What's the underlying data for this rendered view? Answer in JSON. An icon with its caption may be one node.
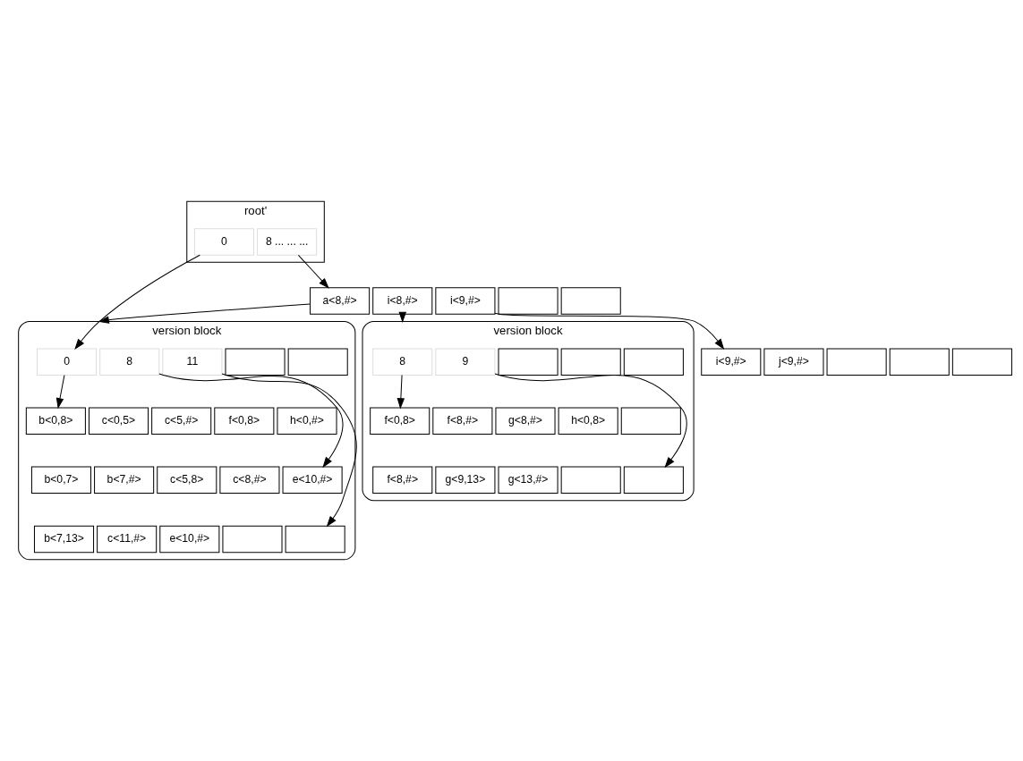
{
  "diagram": {
    "nodes": [
      {
        "text": [
          "root'"
        ]
      },
      {
        "text": [
          "0"
        ],
        "in": 0
      },
      {
        "text": [
          "8 ... ... ..."
        ],
        "in": 0
      },
      {
        "text": [
          "a<8,#>"
        ]
      },
      {
        "text": [
          "i<8,#>"
        ]
      },
      {
        "text": [
          "i<9,#>"
        ]
      },
      {
        "text": [],
        "shape": "box"
      },
      {
        "text": [],
        "shape": "box"
      },
      {
        "text": [
          "i<9,#>"
        ]
      },
      {
        "text": [
          "j<9,#>"
        ]
      },
      {
        "text": [],
        "shape": "box"
      },
      {
        "text": [],
        "shape": "box"
      },
      {
        "text": [],
        "shape": "box"
      },
      {
        "text": [
          "version block"
        ]
      },
      {
        "text": [
          "8"
        ],
        "in": 13
      },
      {
        "text": [
          "9"
        ],
        "in": 13
      },
      {
        "text": [],
        "shape": "box",
        "in": 13
      },
      {
        "text": [],
        "shape": "box",
        "in": 13
      },
      {
        "text": [],
        "shape": "box",
        "in": 13
      },
      {
        "text": [
          "f<0,8>"
        ],
        "in": 13
      },
      {
        "text": [
          "f<8,#>"
        ],
        "in": 13
      },
      {
        "text": [
          "g<8,#>"
        ],
        "in": 13
      },
      {
        "text": [
          "h<0,8>"
        ],
        "in": 13
      },
      {
        "text": [],
        "shape": "box",
        "in": 13
      },
      {
        "text": [
          "f<8,#>"
        ],
        "in": 13
      },
      {
        "text": [
          "g<9,13>"
        ],
        "in": 13
      },
      {
        "text": [
          "g<13,#>"
        ],
        "in": 13
      },
      {
        "text": [],
        "shape": "box",
        "in": 13
      },
      {
        "text": [],
        "shape": "box",
        "in": 13
      },
      {
        "text": [
          "version block"
        ]
      },
      {
        "text": [
          "0"
        ],
        "in": 29
      },
      {
        "text": [
          "8"
        ],
        "in": 29
      },
      {
        "text": [
          "11"
        ],
        "in": 29
      },
      {
        "text": [],
        "shape": "box",
        "in": 29
      },
      {
        "text": [],
        "shape": "box",
        "in": 29
      },
      {
        "text": [
          "b<0,8>"
        ],
        "in": 29
      },
      {
        "text": [
          "c<0,5>"
        ],
        "in": 29
      },
      {
        "text": [
          "c<5,#>"
        ],
        "in": 29
      },
      {
        "text": [
          "f<0,8>"
        ],
        "in": 29
      },
      {
        "text": [
          "h<0,#>"
        ],
        "in": 29
      },
      {
        "text": [
          "b<0,7>"
        ],
        "in": 29
      },
      {
        "text": [
          "b<7,#>"
        ],
        "in": 29
      },
      {
        "text": [
          "c<5,8>"
        ],
        "in": 29
      },
      {
        "text": [
          "c<8,#>"
        ],
        "in": 29
      },
      {
        "text": [
          "e<10,#>"
        ],
        "in": 29
      },
      {
        "text": [
          "b<7,13>"
        ],
        "in": 29
      },
      {
        "text": [
          "c<11,#>"
        ],
        "in": 29
      },
      {
        "text": [
          "e<10,#>"
        ],
        "in": 29
      },
      {
        "text": [],
        "shape": "box",
        "in": 29
      },
      {
        "text": [],
        "shape": "box",
        "in": 29
      }
    ],
    "edges": [
      {
        "from": 1,
        "to": 30,
        "arrow": "to"
      },
      {
        "from": 2,
        "to": 3,
        "arrow": "to"
      },
      {
        "from": 3,
        "to": 29,
        "arrow": "to"
      },
      {
        "from": 4,
        "to": 13,
        "arrow": "to"
      },
      {
        "from": 5,
        "to": 8,
        "arrow": "to"
      },
      {
        "from": 14,
        "to": 19,
        "arrow": "to"
      },
      {
        "from": 15,
        "to": 28,
        "arrow": "to"
      },
      {
        "from": 30,
        "to": 35,
        "arrow": "to"
      },
      {
        "from": 31,
        "to": 44,
        "arrow": "to"
      },
      {
        "from": 32,
        "to": 49,
        "arrow": "to"
      }
    ]
  }
}
